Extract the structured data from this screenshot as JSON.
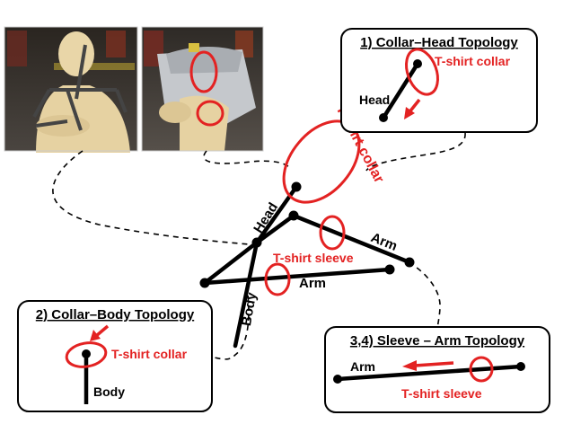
{
  "colors": {
    "accent": "#e32222",
    "ink": "#000000",
    "panel_bg": "#ffffff"
  },
  "photos": [
    {
      "name": "mannequin-photo",
      "description_icon": "mannequin-with-skeleton-icon"
    },
    {
      "name": "mannequin-shirt-photo",
      "description_icon": "mannequin-with-tshirt-icon"
    }
  ],
  "main": {
    "head": "Head",
    "body": "Body",
    "arm_top": "Arm",
    "arm_bottom": "Arm",
    "collar": "T-shirt collar",
    "sleeve": "T-shirt sleeve"
  },
  "panel1": {
    "title": "1) Collar–Head Topology",
    "collar": "T-shirt collar",
    "head": "Head"
  },
  "panel2": {
    "title": "2) Collar–Body Topology",
    "collar": "T-shirt collar",
    "body": "Body"
  },
  "panel3": {
    "title": "3,4) Sleeve – Arm Topology",
    "arm": "Arm",
    "sleeve": "T-shirt sleeve"
  }
}
